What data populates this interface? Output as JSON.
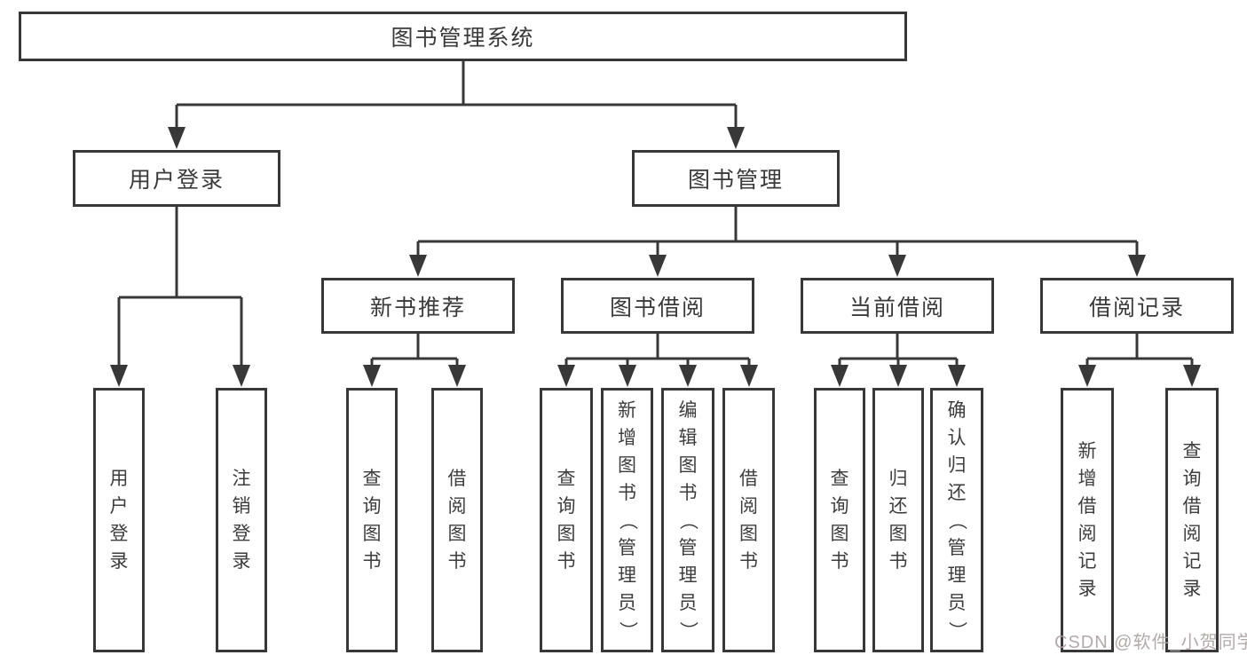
{
  "diagram": {
    "title": "图书管理系统",
    "colors": {
      "line": "#383838",
      "box_border": "#383838",
      "text": "#3a3a3a",
      "background": "#ffffff",
      "watermark": "#aca3a3"
    },
    "nodes": [
      {
        "id": "root",
        "label": "图书管理系统",
        "level": 1,
        "parent": null
      },
      {
        "id": "user-login",
        "label": "用户登录",
        "level": 2,
        "parent": "root"
      },
      {
        "id": "book-mgmt",
        "label": "图书管理",
        "level": 2,
        "parent": "root"
      },
      {
        "id": "new-book-rec",
        "label": "新书推荐",
        "level": 3,
        "parent": "book-mgmt"
      },
      {
        "id": "book-borrow",
        "label": "图书借阅",
        "level": 3,
        "parent": "book-mgmt"
      },
      {
        "id": "current-borrow",
        "label": "当前借阅",
        "level": 3,
        "parent": "book-mgmt"
      },
      {
        "id": "borrow-record",
        "label": "借阅记录",
        "level": 3,
        "parent": "book-mgmt"
      },
      {
        "id": "leaf-user-login",
        "label": "用户登录",
        "level": 4,
        "parent": "user-login"
      },
      {
        "id": "leaf-logout",
        "label": "注销登录",
        "level": 4,
        "parent": "user-login"
      },
      {
        "id": "leaf-query-book-1",
        "label": "查询图书",
        "level": 4,
        "parent": "new-book-rec"
      },
      {
        "id": "leaf-borrow-book-1",
        "label": "借阅图书",
        "level": 4,
        "parent": "new-book-rec"
      },
      {
        "id": "leaf-query-book-2",
        "label": "查询图书",
        "level": 4,
        "parent": "book-borrow"
      },
      {
        "id": "leaf-add-book",
        "label": "新增图书（管理员）",
        "level": 4,
        "parent": "book-borrow"
      },
      {
        "id": "leaf-edit-book",
        "label": "编辑图书（管理员）",
        "level": 4,
        "parent": "book-borrow"
      },
      {
        "id": "leaf-borrow-book-2",
        "label": "借阅图书",
        "level": 4,
        "parent": "book-borrow"
      },
      {
        "id": "leaf-query-book-3",
        "label": "查询图书",
        "level": 4,
        "parent": "current-borrow"
      },
      {
        "id": "leaf-return-book",
        "label": "归还图书",
        "level": 4,
        "parent": "current-borrow"
      },
      {
        "id": "leaf-confirm-return",
        "label": "确认归还（管理员）",
        "level": 4,
        "parent": "current-borrow"
      },
      {
        "id": "leaf-add-borrow-record",
        "label": "新增借阅记录",
        "level": 4,
        "parent": "borrow-record"
      },
      {
        "id": "leaf-query-borrow-record",
        "label": "查询借阅记录",
        "level": 4,
        "parent": "borrow-record"
      }
    ],
    "watermark_text": "CSDN @软件_小贺同学"
  }
}
